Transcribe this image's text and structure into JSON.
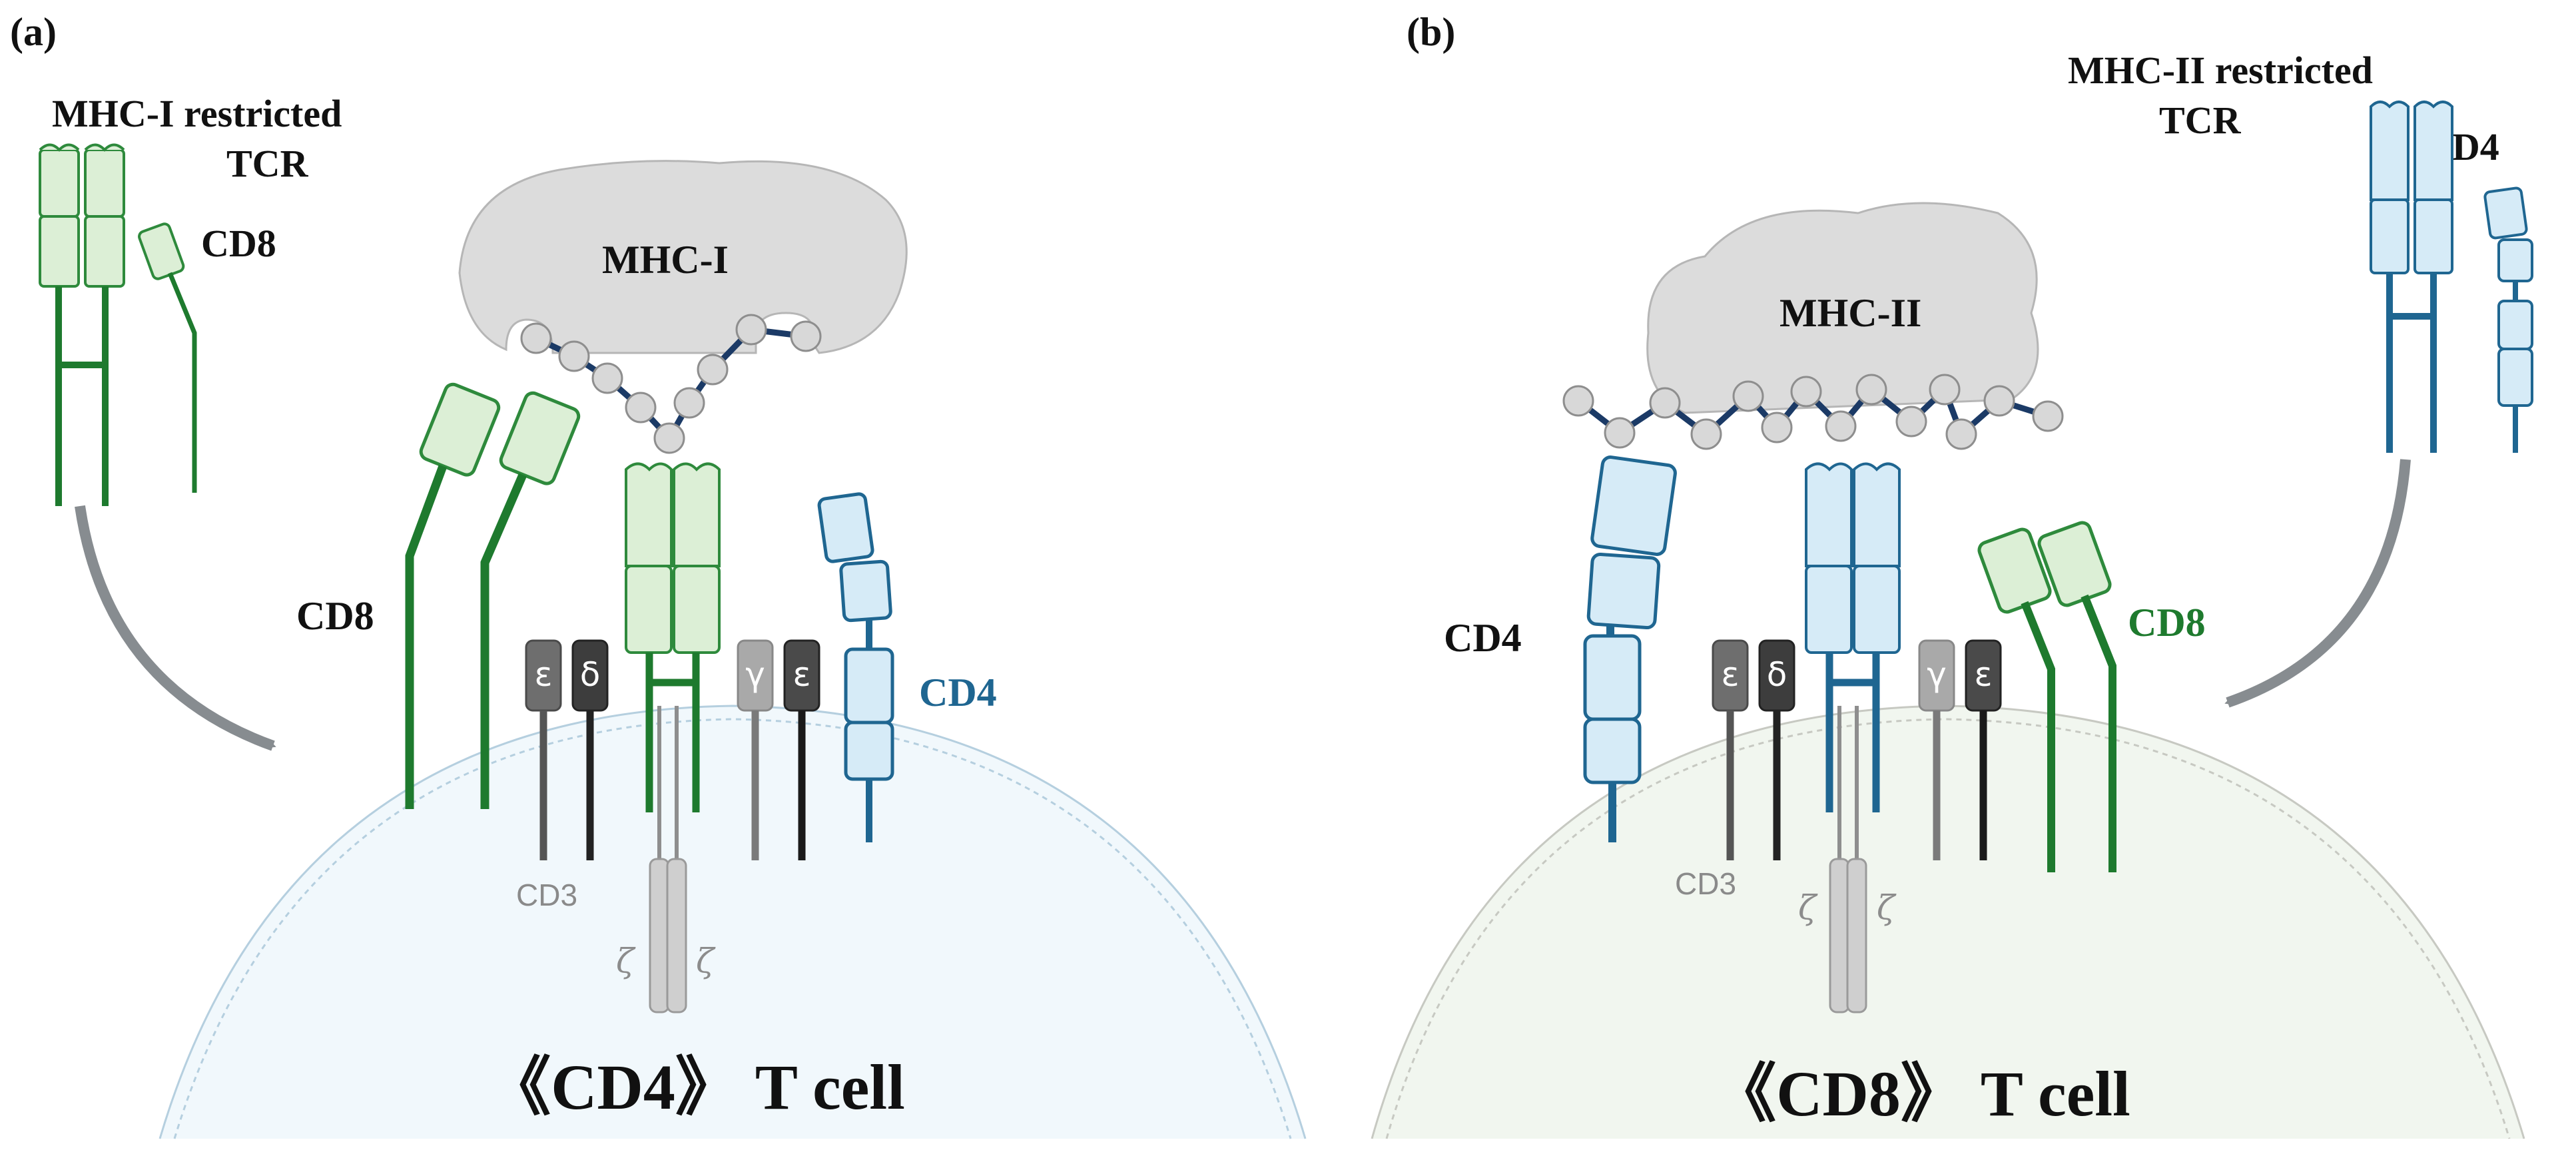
{
  "panel_a": {
    "letter": "(a)",
    "restricted_line1": "MHC-I restricted",
    "restricted_line2": "TCR",
    "cd8_small": "CD8",
    "cd8_big": "CD8",
    "mhc": "MHC-I",
    "cd4": "CD4",
    "cd3": "CD3",
    "chain_e1": "ε",
    "chain_d": "δ",
    "chain_g": "γ",
    "chain_e2": "ε",
    "zeta1": "ζ",
    "zeta2": "ζ",
    "cell_title": "《CD4》 T cell"
  },
  "panel_b": {
    "letter": "(b)",
    "restricted_line1": "MHC-II restricted",
    "restricted_line2": "TCR",
    "cd4_small": "CD4",
    "cd4_big": "CD4",
    "mhc": "MHC-II",
    "cd8": "CD8",
    "cd3": "CD3",
    "chain_e1": "ε",
    "chain_d": "δ",
    "chain_g": "γ",
    "chain_e2": "ε",
    "zeta1": "ζ",
    "zeta2": "ζ",
    "cell_title": "《CD8》 T cell"
  },
  "colors": {
    "green_dark": "#1e7a2e",
    "green_fill": "#dcefd6",
    "blue_dark": "#1f6691",
    "blue_fill": "#d6ebf7",
    "cell_a": "#f1f8fc",
    "cell_b": "#f1f6ef",
    "arrow": "#878c90",
    "mhc_fill": "#dcdcdc",
    "cd4_text_a": "#1f6691",
    "cd8_text_b": "#1e7a2e"
  }
}
